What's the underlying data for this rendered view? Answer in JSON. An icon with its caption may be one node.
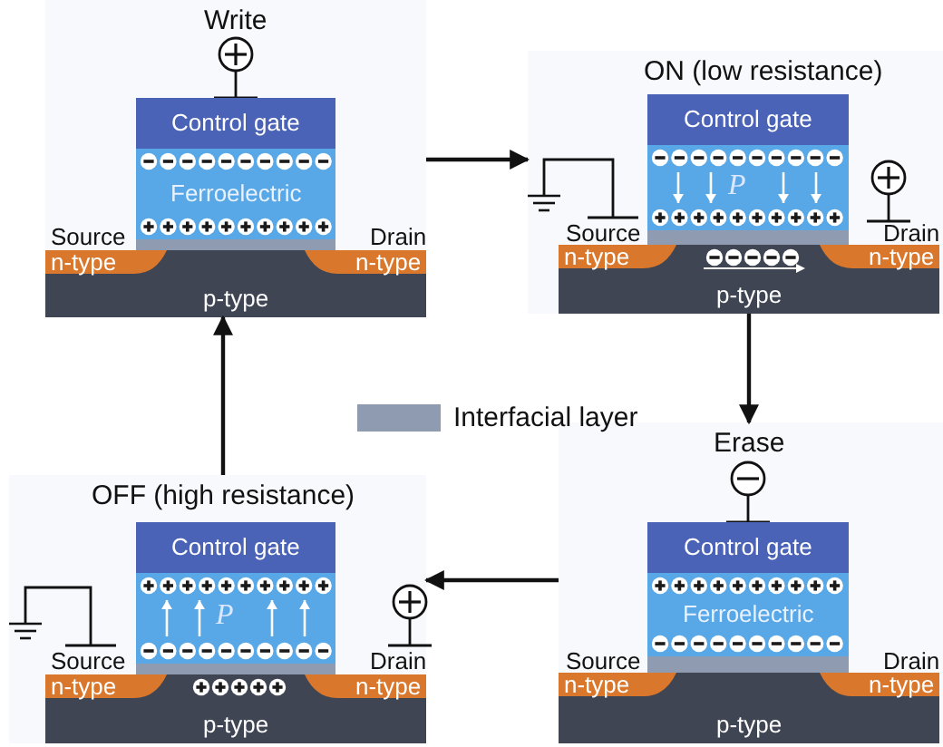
{
  "diagram": {
    "nodes": [
      {
        "text": [
          "Write"
        ]
      },
      {
        "text": [
          "Control gate"
        ],
        "in": 0
      },
      {
        "text": [
          "Ferroelectric"
        ],
        "in": 0
      },
      {
        "text": [
          "p-type"
        ],
        "in": 0
      },
      {
        "text": [
          "n-type"
        ],
        "in": 3,
        "beside": [
          "Source"
        ]
      },
      {
        "text": [
          "n-type"
        ],
        "in": 3,
        "beside": [
          "Drain"
        ]
      },
      {
        "text": [
          "ON (low resistance)"
        ]
      },
      {
        "text": [
          "Control gate"
        ],
        "in": 6
      },
      {
        "text": [
          "P⃗"
        ],
        "in": 6
      },
      {
        "text": [
          "p-type"
        ],
        "in": 6
      },
      {
        "text": [
          "n-type"
        ],
        "in": 9,
        "beside": [
          "Source"
        ]
      },
      {
        "text": [
          "n-type"
        ],
        "in": 9,
        "beside": [
          "Drain"
        ]
      },
      {
        "text": [
          "Erase"
        ]
      },
      {
        "text": [
          "Control gate"
        ],
        "in": 12
      },
      {
        "text": [
          "Ferroelectric"
        ],
        "in": 12
      },
      {
        "text": [
          "p-type"
        ],
        "in": 12
      },
      {
        "text": [
          "n-type"
        ],
        "in": 15,
        "beside": [
          "Source"
        ]
      },
      {
        "text": [
          "n-type"
        ],
        "in": 15,
        "beside": [
          "Drain"
        ]
      },
      {
        "text": [
          "OFF (high resistance)"
        ]
      },
      {
        "text": [
          "Control gate"
        ],
        "in": 18
      },
      {
        "text": [
          "P⃗"
        ],
        "in": 18
      },
      {
        "text": [
          "p-type"
        ],
        "in": 18
      },
      {
        "text": [
          "n-type"
        ],
        "in": 21,
        "beside": [
          "Source"
        ]
      },
      {
        "text": [
          "n-type"
        ],
        "in": 21,
        "beside": [
          "Drain"
        ]
      }
    ],
    "edges": [
      {
        "from": 0,
        "to": 6,
        "arrow": "to"
      },
      {
        "from": 6,
        "to": 12,
        "arrow": "to"
      },
      {
        "from": 12,
        "to": 18,
        "arrow": "to"
      },
      {
        "from": 18,
        "to": 0,
        "arrow": "to"
      }
    ],
    "legend": [
      {
        "text": "Interfacial layer",
        "color": "#8e9bb0"
      }
    ]
  }
}
